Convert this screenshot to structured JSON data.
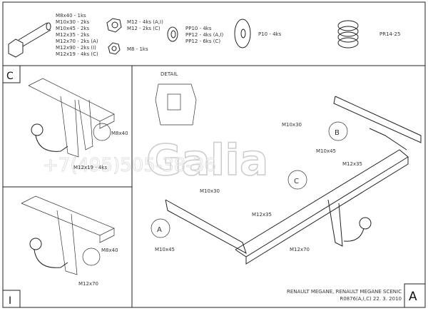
{
  "parts": {
    "bolts": [
      "M8x40 - 1ks",
      "M10x30 - 2ks",
      "M10x45 - 2ks",
      "M12x35 - 2ks",
      "M12x70 - 2ks (A)",
      "M12x90 - 2ks (I)",
      "M12x19 - 4ks (C)"
    ],
    "nuts_m12": [
      "M12 - 4ks (A,I)",
      "M12 - 2ks (C)"
    ],
    "nut_m8": "M8 - 1ks",
    "washers": [
      "PP10 - 4ks",
      "PP12 - 4ks (A,I)",
      "PP12 - 6ks (C)"
    ],
    "big_washer": "P10 - 4ks",
    "spring": "PR14-25"
  },
  "panel_c": {
    "letter": "C",
    "m8x40": "M8x40",
    "m12x19": "M12x19 - 4ks"
  },
  "panel_i": {
    "letter": "I",
    "m8x40": "M8x40",
    "m12x70": "M12x70"
  },
  "main": {
    "detail": "DETAIL",
    "m10x30_top": "M10x30",
    "b": "B",
    "m10x45_right": "M10x45",
    "m12x35_right": "M12x35",
    "c": "C",
    "m10x30_left": "M10x30",
    "m12x35_mid": "M12x35",
    "a": "A",
    "m10x45_left": "M10x45",
    "m12x70": "M12x70"
  },
  "title_block": {
    "line1": "RENAULT MEGANE, RENAULT MEGANE SCENIC",
    "line2": "R0876(A,I,C) 22. 3. 2010",
    "letter": "A"
  },
  "watermark": {
    "logo": "Galia",
    "phone": "+7(495)505-38-36"
  }
}
